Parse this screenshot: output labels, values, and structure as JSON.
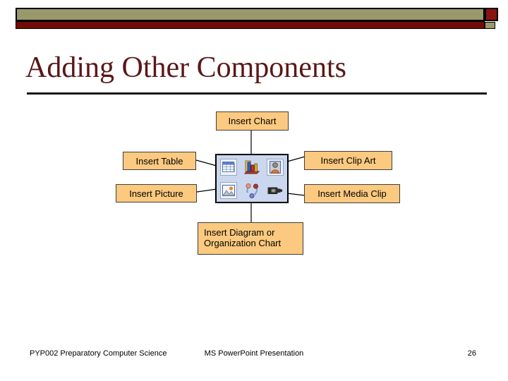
{
  "slide": {
    "title": "Adding Other Components",
    "footer": {
      "course": "PYP002 Preparatory Computer Science",
      "center": "MS PowerPoint Presentation",
      "page_number": "26"
    }
  },
  "diagram": {
    "nodes": {
      "chart": "Insert Chart",
      "table": "Insert Table",
      "picture": "Insert Picture",
      "clip_art": "Insert Clip Art",
      "media_clip": "Insert Media Clip",
      "diagram_or_org": "Insert Diagram or Organization Chart"
    },
    "toolbar_icons": [
      "insert-table-icon",
      "insert-chart-icon",
      "insert-clip-art-icon",
      "insert-picture-icon",
      "insert-cycle-diagram-icon",
      "insert-media-clip-icon"
    ]
  },
  "colors": {
    "title_maroon": "#5b1717",
    "bar_tan": "#9a996c",
    "bar_red": "#730b08",
    "square_red": "#8a1410",
    "label_box_fill": "#fbc97f",
    "label_box_border": "#3f3f3f",
    "toolbar_fill": "#cbd7ee",
    "connector_black": "#000000"
  }
}
